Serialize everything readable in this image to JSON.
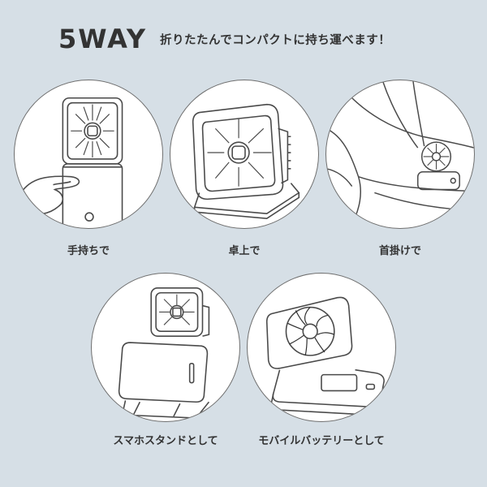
{
  "headline": {
    "count_label": "5WAY",
    "subtitle": "折りたたんでコンパクトに持ち運べます！"
  },
  "ways": [
    {
      "label": "手持ちで"
    },
    {
      "label": "卓上で"
    },
    {
      "label": "首掛けで"
    },
    {
      "label": "スマホスタンドとして"
    },
    {
      "label": "モバイルバッテリーとして"
    }
  ],
  "colors": {
    "background": "#d6dfe6",
    "circle_fill": "#ffffff",
    "line": "#4a4a4a"
  }
}
